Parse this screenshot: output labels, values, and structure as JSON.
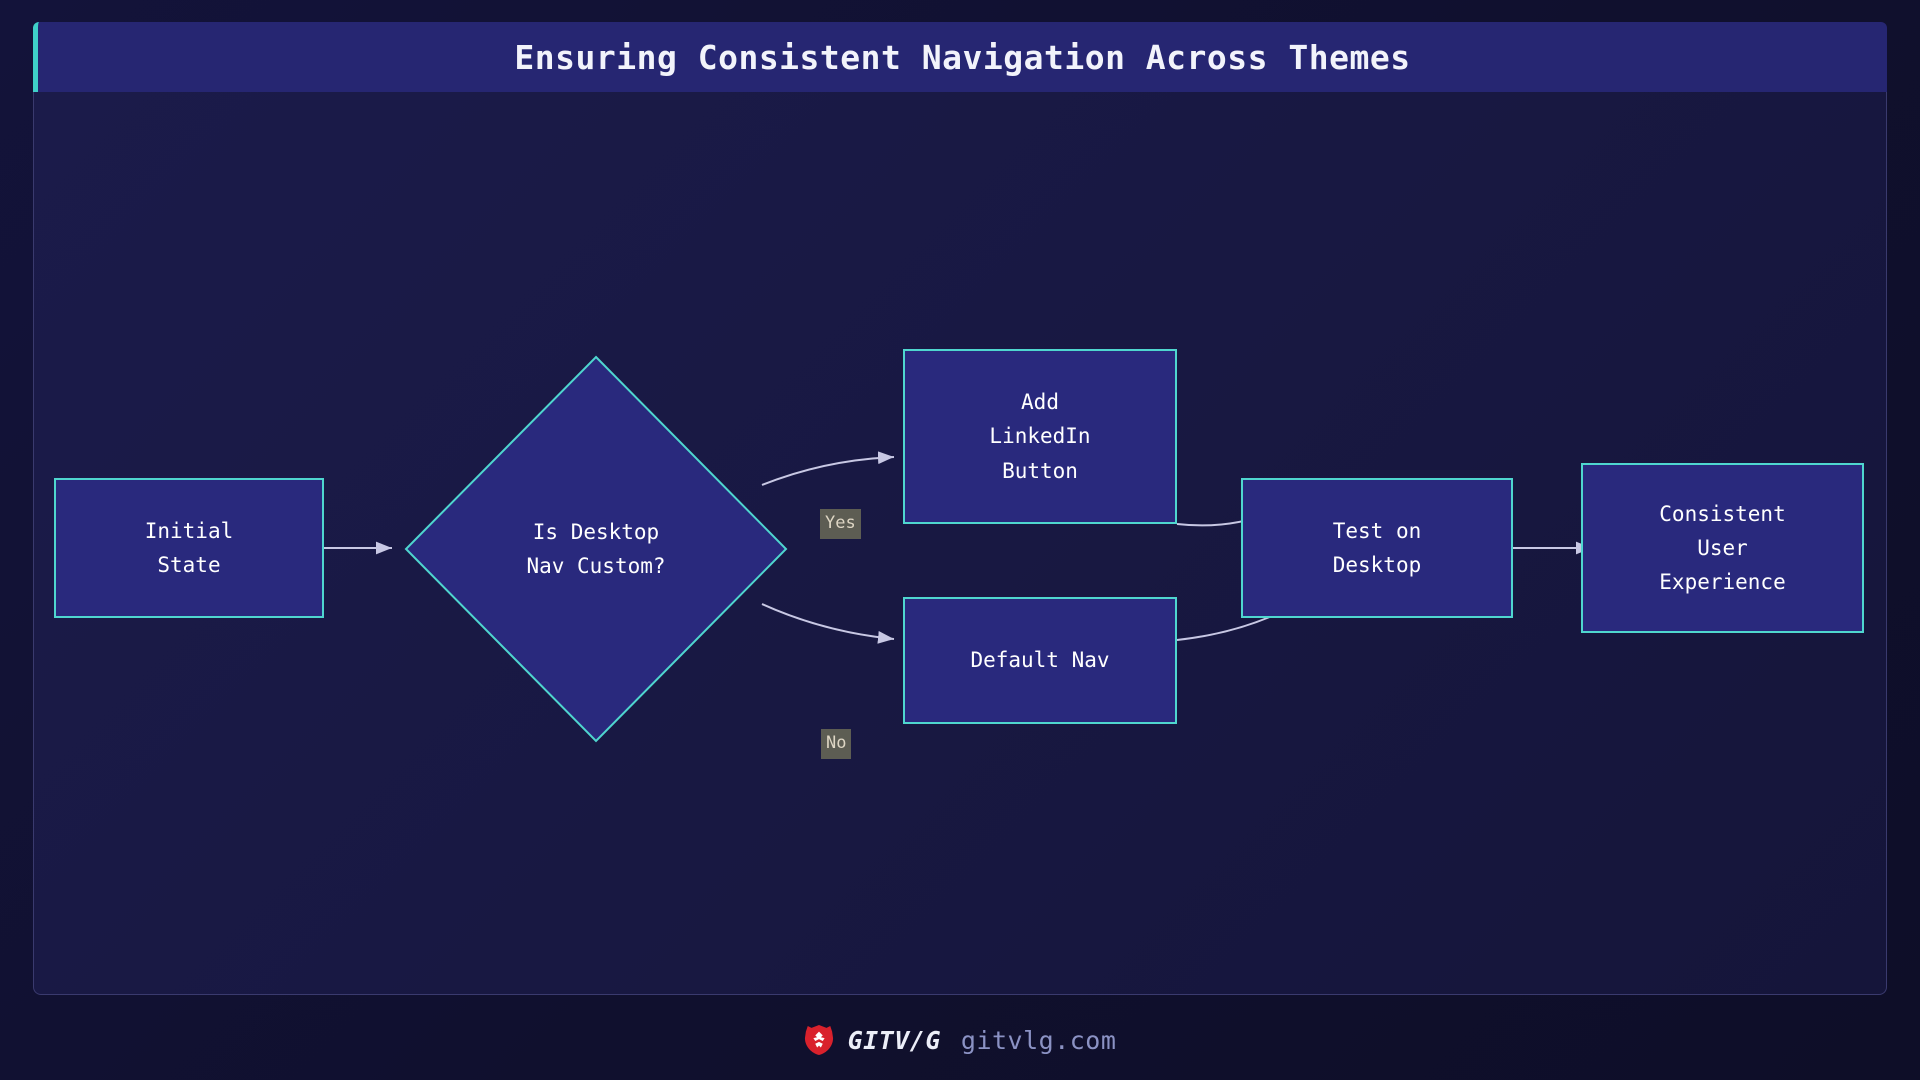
{
  "header": {
    "title": "Ensuring Consistent Navigation Across Themes",
    "accent_color": "#3fd0c9"
  },
  "canvas": {
    "background_color": "#1b1b4a",
    "border_color": "#3a3a6e"
  },
  "diagram": {
    "type": "flowchart",
    "orientation": "left-to-right",
    "node_fill": "#29297d",
    "node_stroke": "#4fd6cf",
    "edge_color": "#c8c8e4",
    "nodes": [
      {
        "id": "initial",
        "shape": "rect",
        "label": "Initial\nState"
      },
      {
        "id": "decision",
        "shape": "diamond",
        "label": "Is Desktop\nNav Custom?"
      },
      {
        "id": "linkedin",
        "shape": "rect",
        "label": "Add\nLinkedIn\nButton"
      },
      {
        "id": "defaultnav",
        "shape": "rect",
        "label": "Default Nav"
      },
      {
        "id": "test",
        "shape": "rect",
        "label": "Test on\nDesktop"
      },
      {
        "id": "outcome",
        "shape": "rect",
        "label": "Consistent\nUser\nExperience"
      }
    ],
    "edges": [
      {
        "from": "initial",
        "to": "decision",
        "label": ""
      },
      {
        "from": "decision",
        "to": "linkedin",
        "label": "Yes"
      },
      {
        "from": "decision",
        "to": "defaultnav",
        "label": "No"
      },
      {
        "from": "linkedin",
        "to": "test",
        "label": ""
      },
      {
        "from": "defaultnav",
        "to": "test",
        "label": ""
      },
      {
        "from": "test",
        "to": "outcome",
        "label": ""
      }
    ]
  },
  "footer": {
    "brand_name": "GITV/G",
    "url": "gitvlg.com",
    "logo_color": "#d9212c"
  }
}
